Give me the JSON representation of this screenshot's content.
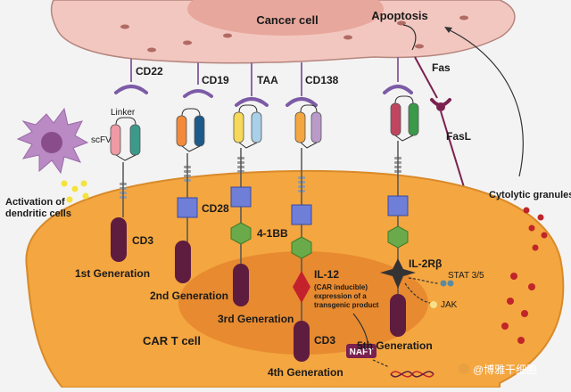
{
  "labels": {
    "cancer_cell": "Cancer cell",
    "apoptosis": "Apoptosis",
    "cd22": "CD22",
    "cd19": "CD19",
    "taa": "TAA",
    "cd138": "CD138",
    "fas": "Fas",
    "fasl": "FasL",
    "linker": "Linker",
    "scfv": "scFV",
    "activation_line1": "Activation of",
    "activation_line2": "dendritic cells",
    "cytolytic_granules": "Cytolytic granules",
    "cd28": "CD28",
    "cd3_gen1": "CD3",
    "four_1bb": "4-1BB",
    "il12": "IL-12",
    "il12_note_line1": "(CAR inducible)",
    "il12_note_line2": "expression of a",
    "il12_note_line3": "transgenic product",
    "il2rb": "IL-2Rβ",
    "stat": "STAT 3/5",
    "jak": "JAK",
    "gen1": "1st Generation",
    "gen2": "2nd Generation",
    "gen3": "3rd Generation",
    "gen4": "4th Generation",
    "gen5": "5th Generation",
    "car_t_cell": "CAR T cell",
    "cd3_gen4": "CD3",
    "naft": "NAFT",
    "watermark": "@博雅干细胞"
  },
  "colors": {
    "cancer_cell": "#f2c7c0",
    "cancer_nucleus": "#e7a79c",
    "t_cell": "#f4a640",
    "t_cell_edge": "#d98a2a",
    "t_nucleus": "#e78a30",
    "cd3_chain": "#5e1c3f",
    "cd28_box": "#6f7ed6",
    "four_1bb_hex": "#6aaa4a",
    "il12_diamond": "#c3222d",
    "il2rb_star": "#333333",
    "antigen": "#7c5ba6",
    "granule": "#c0252a",
    "dendritic": "#b98ac4",
    "ligand_fas": "#7b2150",
    "naft_box": "#7b2150"
  }
}
